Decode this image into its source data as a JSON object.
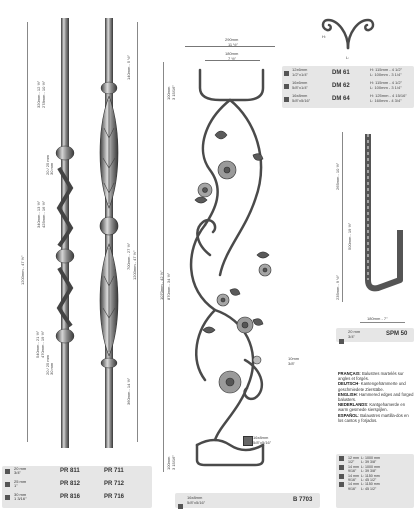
{
  "picket1": {
    "dims": [
      "1200mm - 47 ½\"",
      "540mm - 21 ½\"",
      "470mm - 19 ½\"",
      "320mm - 12 ½\"",
      "278mm - 10 ½\"",
      "340mm - 13 ½\"",
      "425mm - 16 ½\""
    ],
    "sizes": [
      "20 / 25 mm",
      "30 mm"
    ]
  },
  "picket2": {
    "dims": [
      "140mm - 5 ½\"",
      "700mm - 27 ½\"",
      "1200mm - 47 ½\"",
      "360mm - 14 ½\""
    ]
  },
  "codes_left": {
    "rows": [
      {
        "size": "20 mm",
        "frac": "3/4\"",
        "a": "PR 811",
        "b": "PR 711"
      },
      {
        "size": "25 mm",
        "frac": "1\"",
        "a": "PR 812",
        "b": "PR 712"
      },
      {
        "size": "30 mm",
        "frac": "1 3/16\"",
        "a": "PR 816",
        "b": "PR 716"
      }
    ]
  },
  "panel": {
    "top_dims": [
      "290mm",
      "11 ½\"",
      "180mm",
      "7 ½\""
    ],
    "side_dims": [
      "100mm",
      "3 15/16\"",
      "1070mm - 42 ½\"",
      "870mm - 34 ½\"",
      "100mm",
      "3 15/16\""
    ],
    "bar_label": [
      "16x8mm",
      "5/8\"x5/16\""
    ],
    "ring_label": [
      "10mm",
      "3/8\""
    ],
    "code": {
      "size": "16x8mm",
      "frac": "5/8\"x5/16\"",
      "ref": "B 7703"
    }
  },
  "scroll_piece": {
    "labels": [
      "H:",
      "L:"
    ],
    "rows": [
      {
        "size": "12x6mm",
        "frac": "1/2\"x1/4\"",
        "code": "DM 61",
        "h": "H: 115mm - 4 1/2\"",
        "l": "L: 100mm - 3 1/4\""
      },
      {
        "size": "16x6mm",
        "frac": "5/8\"x1/4\"",
        "code": "DM 62",
        "h": "H: 115mm - 4 1/2\"",
        "l": "L: 100mm - 3 1/4\""
      },
      {
        "size": "16x8mm",
        "frac": "5/8\"x5/16\"",
        "code": "DM 64",
        "h": "H: 125mm - 4 15/16\"",
        "l": "L: 160mm - 4 3/4\""
      }
    ]
  },
  "bracket": {
    "dims": [
      "265mm - 10 ½\"",
      "500mm - 19 ½\"",
      "235mm - 9 ½\"",
      "180mm - 7\""
    ],
    "code": {
      "size": "20 mm",
      "frac": "3/4\"",
      "ref": "SPM 50"
    }
  },
  "languages": [
    {
      "name": "FRANÇAIS",
      "text": ": Balustres martelés sur angles et forgés."
    },
    {
      "name": "DEUTSCH",
      "text": "- Kantengehämmerte und geschmiedete Zierstäbe."
    },
    {
      "name": "ENGLISH",
      "text": ": Hammered edges and forged balusters."
    },
    {
      "name": "NEDERLANDS",
      "text": ": Kantgehamerde en warm gesmede sierspìjlen."
    },
    {
      "name": "ESPAÑOL",
      "text": ": Balaustres martilla-dos en los cantos y forjados."
    }
  ],
  "spec_table": {
    "rows": [
      {
        "size": "12 mm",
        "frac": "1/2\"",
        "l": "L: 1000 mm",
        "li": "L: 39 3/8\""
      },
      {
        "size": "14 mm",
        "frac": "9/16\"",
        "l": "L: 1000 mm",
        "li": "L: 39 3/8\""
      },
      {
        "size": "14 mm",
        "frac": "9/16\"",
        "l": "L: 1150 mm",
        "li": "L: 45 1/2\""
      },
      {
        "size": "14 mm",
        "frac": "9/16\"",
        "l": "L: 1150 mm",
        "li": "L: 45 1/2\""
      }
    ]
  },
  "colors": {
    "iron": "#555555",
    "panel_bg": "#e6e6e6",
    "code_grey": "#666666"
  }
}
